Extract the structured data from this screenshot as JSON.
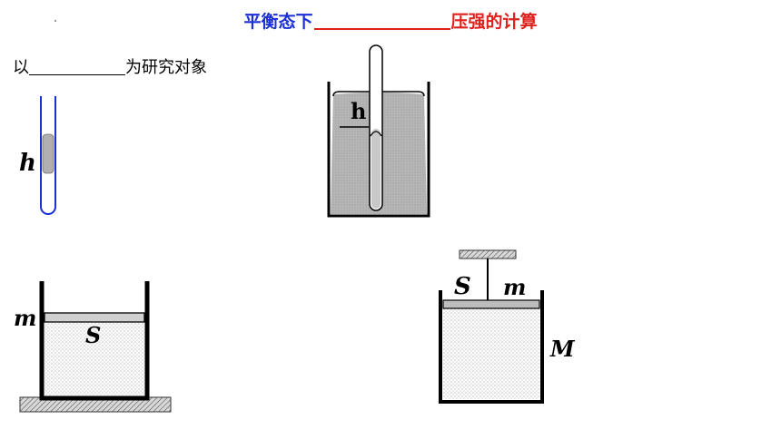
{
  "title": {
    "prefix": "平衡态下",
    "suffix": "压强的计算",
    "prefix_color": "#1a2fd6",
    "suffix_color": "#e0201c"
  },
  "subject": {
    "prefix": "以",
    "suffix": "为研究对象"
  },
  "labels": {
    "tube_h": "h",
    "cup_h": "h",
    "cylinder_mass": "m",
    "cylinder_area": "S",
    "box_area": "S",
    "box_mass": "m",
    "box_body_mass": "M"
  },
  "colors": {
    "tube_outline": "#1a2fd6",
    "liquid_gray": "#b4b4b4",
    "wall": "#000000"
  }
}
